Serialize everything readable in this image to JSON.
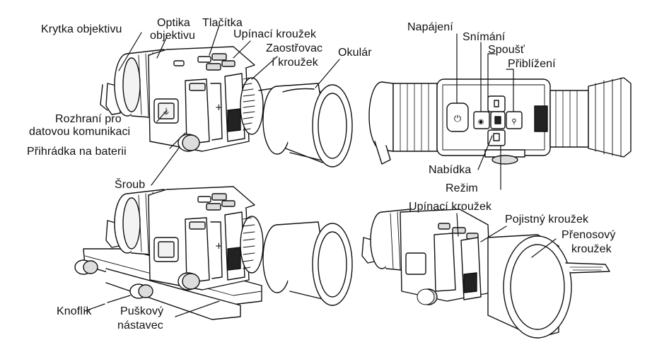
{
  "labels": {
    "krytka": "Krytka objektivu",
    "optika_1": "Optika",
    "optika_2": "objektivu",
    "tlacitka": "Tlačítka",
    "upinaci_top": "Upínací kroužek",
    "zaostrovac_1": "Zaostřovac",
    "zaostrovac_2": "í kroužek",
    "okular": "Okulár",
    "rozhrani_1": "Rozhraní pro",
    "rozhrani_2": "datovou komunikaci",
    "prihradka": "Přihrádka na baterii",
    "sroub": "Šroub",
    "napajeni": "Napájení",
    "snimani": "Snímání",
    "spoust": "Spoušť",
    "priblizeni": "Přiblížení",
    "nabidka": "Nabídka",
    "rezim": "Režim",
    "knoflik": "Knoflík",
    "puskovy_1": "Puškový",
    "puskovy_2": "nástavec",
    "upinaci_bottom": "Upínací kroužek",
    "pojistny": "Pojistný kroužek",
    "prenosovy_1": "Přenosový",
    "prenosovy_2": "kroužek"
  },
  "colors": {
    "line": "#111111",
    "fill": "#ffffff",
    "shade": "#dcdcdc",
    "dark": "#333333"
  },
  "icons": {
    "usb": "usb-icon",
    "power": "power-icon",
    "camera": "camera-icon",
    "zoom": "zoom-icon",
    "mode": "mode-icon",
    "menu": "menu-icon"
  }
}
